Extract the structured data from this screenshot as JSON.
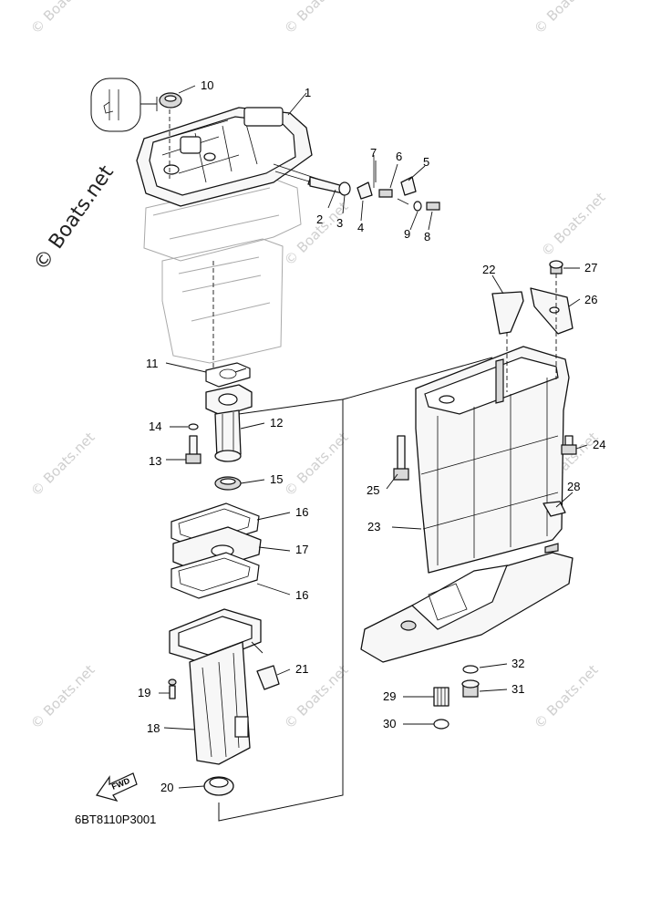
{
  "watermark": {
    "text": "© Boats.net",
    "main": "© Boats.net"
  },
  "diagram_code": "6BT8110P3001",
  "fwd_label": "FWD",
  "callouts": [
    "1",
    "2",
    "3",
    "4",
    "5",
    "6",
    "7",
    "8",
    "9",
    "10",
    "11",
    "12",
    "13",
    "14",
    "15",
    "16",
    "17",
    "16",
    "18",
    "19",
    "20",
    "21",
    "22",
    "23",
    "24",
    "25",
    "26",
    "27",
    "28",
    "29",
    "30",
    "31",
    "32"
  ]
}
